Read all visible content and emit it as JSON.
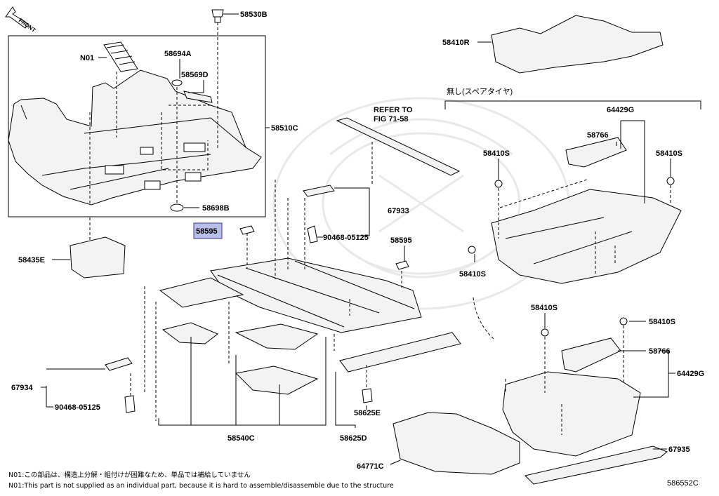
{
  "diagram": {
    "front_label": "FRONT",
    "refer_line1": "REFER TO",
    "refer_line2": "FIG 71-58",
    "group_header": "無し(スペアタイヤ)",
    "drawing_id": "586552C",
    "highlighted_part": "58595"
  },
  "labels": {
    "p58530B": "58530B",
    "pN01": "N01",
    "p58694A": "58694A",
    "p58569D": "58569D",
    "p58510C": "58510C",
    "p58698B": "58698B",
    "p58595a": "58595",
    "p58435E": "58435E",
    "p67933": "67933",
    "p90468a": "90468-05125",
    "p58595b": "58595",
    "p67934": "67934",
    "p90468b": "90468-05125",
    "p58540C": "58540C",
    "p58625E": "58625E",
    "p58625D": "58625D",
    "p64771C": "64771C",
    "p58410R": "58410R",
    "p64429Ga": "64429G",
    "p58766a": "58766",
    "p58410Sa": "58410S",
    "p58410Sb": "58410S",
    "p58410Sc": "58410S",
    "p58410Sd": "58410S",
    "p58410Se": "58410S",
    "p58766b": "58766",
    "p64429Gb": "64429G",
    "p67935": "67935"
  },
  "notes": {
    "jp": "N01:この部品は、構造上分解・組付けが困難なため、単品では補給していません",
    "en": "N01:This part is not supplied as an individual part, because it is hard to assemble/disassemble due to the structure"
  }
}
